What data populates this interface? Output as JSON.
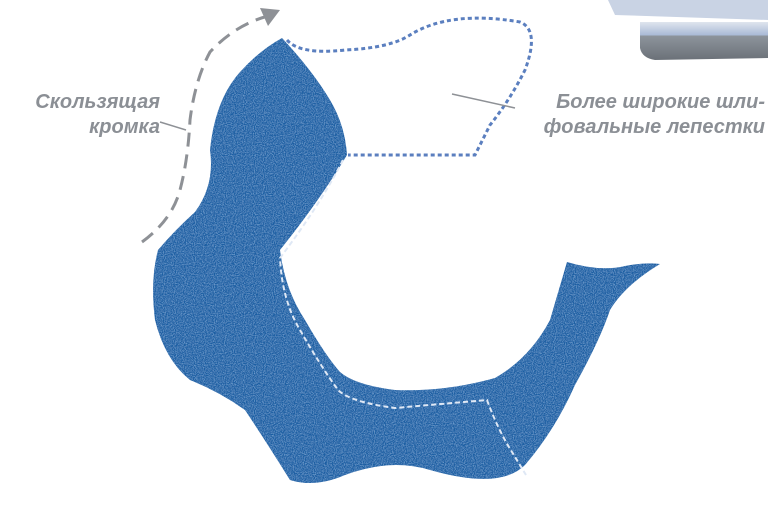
{
  "labels": {
    "sliding_edge": [
      "Скользящая",
      "кромка"
    ],
    "wider_petals": [
      "Более широкие шли-",
      "фовальные лепестки"
    ]
  },
  "colors": {
    "abrasive_blue": "#1f5ea3",
    "abrasive_highlight": "#3f82c7",
    "dashed_outline": "#5b7fbf",
    "label_gray": "#8b8f95",
    "arrow_gray": "#8e9196"
  },
  "icons": {
    "direction_arrow": "arrow-icon",
    "holder_corner": "disc-holder-icon"
  }
}
